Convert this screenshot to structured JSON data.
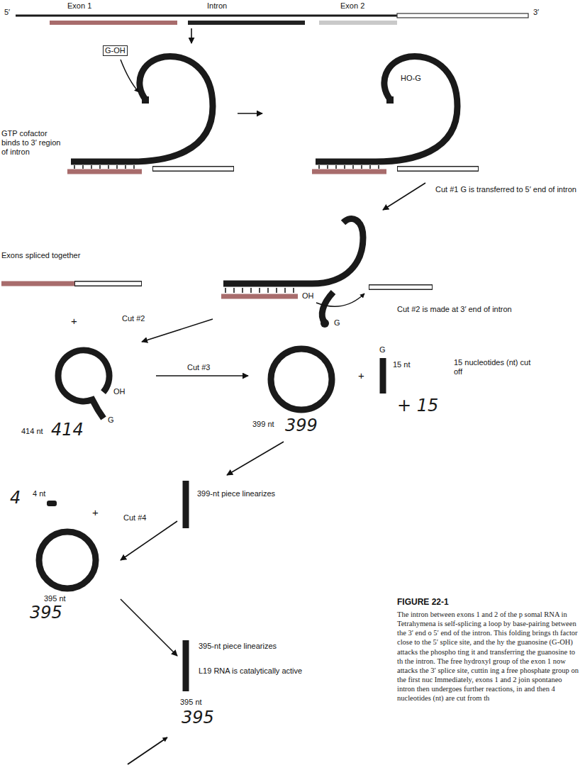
{
  "diagram": {
    "title": "FIGURE 22-1",
    "caption": "The intron between exons 1 and 2 of the p somal RNA in Tetrahymena is self-splicing a loop by base-pairing between the 3′ end o 5′ end of the intron. This folding brings th factor close to the 5′ splice site, and the hy the guanosine (G-OH) attacks the phospho ting it and transferring the guanosine to th the intron. The free hydroxyl group of the exon 1 now attacks the 3′ splice site, cuttin ing a free phosphate group on the first nuc Immediately, exons 1 and 2 join spontaneo intron then undergoes further reactions, in and then 4 nucleotides (nt) are cut from th",
    "nodes": [
      {
        "text": [
          "5′",
          "Exon 1",
          "Intron",
          "Exon 2",
          "3′"
        ]
      },
      {
        "text": [
          "G-OH",
          "GTP cofactor binds to 3′ region of intron"
        ]
      },
      {
        "text": [
          "HO-G"
        ]
      },
      {
        "text": [
          "OH",
          "G",
          "Cut #2 is made at 3′ end of intron"
        ]
      },
      {
        "text": [
          "Exons spliced together"
        ]
      },
      {
        "text": [
          "OH",
          "G",
          "414 nt",
          "414"
        ]
      },
      {
        "text": [
          "399 nt",
          "399"
        ]
      },
      {
        "text": [
          "G",
          "15 nt",
          "15 nucleotides (nt) cut off",
          "+ 15"
        ]
      },
      {
        "text": [
          "399-nt piece linearizes"
        ]
      },
      {
        "text": [
          "4",
          "4 nt"
        ]
      },
      {
        "text": [
          "395 nt",
          "395"
        ]
      },
      {
        "text": [
          "395-nt piece linearizes",
          "L19 RNA is catalytically active",
          "395 nt",
          "395"
        ]
      }
    ],
    "edges": [
      {
        "from": 0,
        "to": 1,
        "arrow": "to"
      },
      {
        "from": 1,
        "to": 2,
        "arrow": "to"
      },
      {
        "from": 2,
        "to": 3,
        "label": "Cut #1 G is transferred to 5′ end of intron",
        "arrow": "to"
      },
      {
        "from": 3,
        "to": 5,
        "label": "Cut #2",
        "arrow": "to"
      },
      {
        "from": 5,
        "to": 6,
        "label": "Cut #3",
        "arrow": "to"
      },
      {
        "from": 6,
        "to": 8,
        "arrow": "to"
      },
      {
        "from": 8,
        "to": 10,
        "label": "Cut #4",
        "arrow": "to"
      },
      {
        "from": 10,
        "to": 11,
        "arrow": "to"
      }
    ],
    "labels": [
      "+",
      "+",
      "+"
    ]
  }
}
